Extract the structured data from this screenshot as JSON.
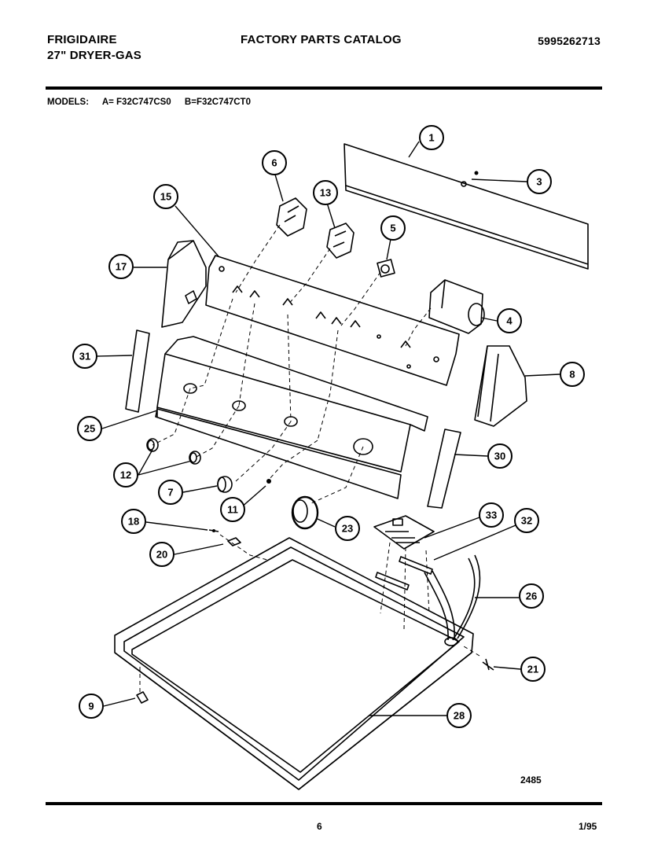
{
  "header": {
    "brand": "FRIGIDAIRE",
    "product": "27\" DRYER-GAS",
    "catalog_title": "FACTORY PARTS CATALOG",
    "part_number": "5995262713"
  },
  "models": {
    "label": "MODELS:",
    "a": "A= F32C747CS0",
    "b": "B=F32C747CT0"
  },
  "callouts": [
    "1",
    "3",
    "6",
    "13",
    "15",
    "5",
    "17",
    "4",
    "31",
    "8",
    "25",
    "30",
    "12",
    "7",
    "11",
    "18",
    "23",
    "33",
    "32",
    "20",
    "26",
    "21",
    "9",
    "28"
  ],
  "footer": {
    "diagram_code": "2485",
    "page_number": "6",
    "date": "1/95"
  }
}
